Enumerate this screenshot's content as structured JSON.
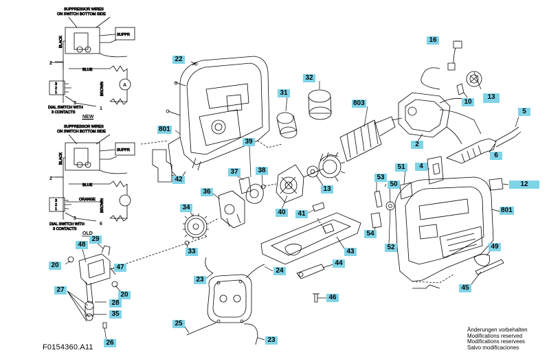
{
  "figure_code": "F0154360.A11",
  "notes": [
    "Änderungen vorbehalten",
    "Modifications reserved",
    "Modifications reservees",
    "Salvo modificaciones"
  ],
  "wiring_new": {
    "title_line1": "SUPPRESSOR WIRES",
    "title_line2": "ON SWITCH BOTTOM SIDE",
    "suppr": "SUPPR",
    "black": "BLACK",
    "blue": "BLUE",
    "brown": "BROWN",
    "motor": "A",
    "switch_label_line1": "DIAL SWITCH WITH",
    "switch_label_line2": "3 CONTACTS",
    "version": "NEW",
    "pin_2": "2",
    "pin_3": "3",
    "pin_1": "1",
    "contacts": [
      "3",
      "2",
      "1"
    ]
  },
  "wiring_old": {
    "title_line1": "SUPPRESSOR WIRES",
    "title_line2": "ON SWITCH BOTTOM SIDE",
    "suppr": "SUPPR",
    "black": "BLACK",
    "blue": "BLUE",
    "orange": "ORANGE",
    "brown": "BROWN",
    "switch_label_line1": "DIAL SWITCH WITH",
    "switch_label_line2": "3 CONTACTS",
    "version": "OLD",
    "pin_2": "2",
    "pin_3": "3",
    "pin_6": "6",
    "contacts": [
      "3",
      "2",
      "1"
    ]
  },
  "callouts": [
    "16",
    "13",
    "10",
    "5",
    "6",
    "2",
    "12",
    "803",
    "31",
    "32",
    "22",
    "801",
    "42",
    "37",
    "39",
    "38",
    "13",
    "36",
    "34",
    "33",
    "40",
    "41",
    "43",
    "44",
    "46",
    "53",
    "50",
    "51",
    "4",
    "54",
    "52",
    "801",
    "49",
    "45",
    "48",
    "29",
    "47",
    "20",
    "20",
    "27",
    "28",
    "35",
    "26",
    "23",
    "24",
    "25",
    "23"
  ]
}
